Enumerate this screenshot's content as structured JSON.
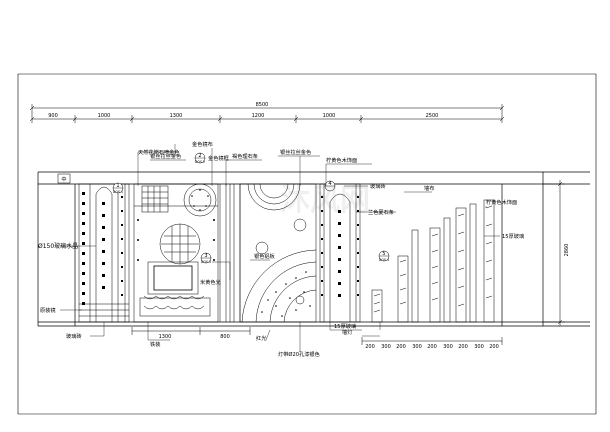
{
  "dimensions": {
    "overall_width": "8500",
    "height": "2860",
    "top_segments": [
      "900",
      "1000",
      "1300",
      "1200",
      "1000",
      "2500"
    ],
    "bottom_segments": [
      "1300",
      "800"
    ],
    "right_segments": [
      "200",
      "300",
      "200",
      "300",
      "200",
      "300",
      "200",
      "300",
      "200"
    ]
  },
  "callouts": {
    "tianwei": "天然花岗石喷金色",
    "jinsemuse": "金色镜框",
    "gold_sand_top": "金色镜布",
    "huangsi_left": "银丝拉丝金色",
    "cheng_shi": "褐色理石条",
    "silk_right": "银丝拉丝金色",
    "lemon_wood": "柠黄色木饰面",
    "glass_mosaic_r": "玻璃砖",
    "waterfall": "墙布",
    "cross_blue": "兰色夏石条",
    "lemon_wood_r": "柠黄色木饰面",
    "glass15_r": "15厚玻璃",
    "circle_d150": "Ø150玻璃水晶",
    "mirror_arch": "原装镜",
    "glass_mosaic_l": "玻璃砖",
    "iron_iron": "铁装",
    "yellow_light": "米黄色光",
    "color_panel": "银色铝板",
    "red_light": "红光",
    "glass15_bottom": "15厚玻璃",
    "wall_light": "墙灯",
    "hole_d20": "灯带Ø20孔漆银色",
    "left_marker": "中",
    "tags": [
      "1",
      "2",
      "3",
      "4",
      "5",
      "DOS-1",
      "DOS-2",
      "DOS-3",
      "DOS-4"
    ]
  },
  "watermark": "沐风网"
}
